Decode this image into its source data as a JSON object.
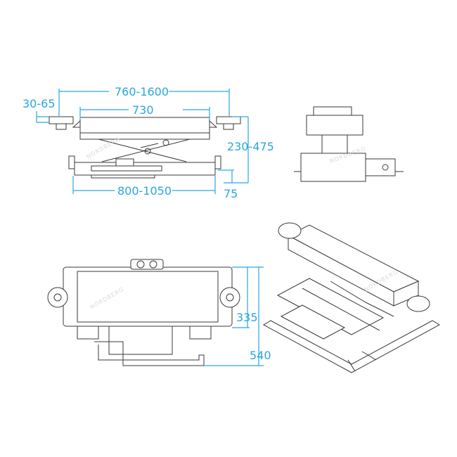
{
  "brand_watermark": "NORDBERG",
  "colors": {
    "dimension": "#2aa6df",
    "outline": "#3a3a3a"
  },
  "front_view": {
    "dim_total_width": "760-1600",
    "dim_platform_width": "730",
    "dim_pad_height": "30-65",
    "dim_lift_height": "230-475",
    "dim_base_width": "800-1050",
    "dim_base_height": "75"
  },
  "top_view": {
    "dim_frame_depth": "335",
    "dim_total_depth": "540"
  }
}
